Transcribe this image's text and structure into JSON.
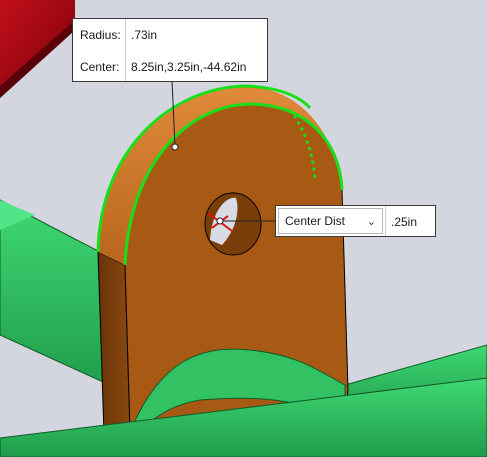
{
  "radius_callout": {
    "radius_label": "Radius:",
    "radius_value": ".73in",
    "center_label": "Center:",
    "center_value": "8.25in,3.25in,-44.62in"
  },
  "center_dist_callout": {
    "dropdown_value": "Center Dist",
    "value": ".25in",
    "dropdown_icon": "chevron-down-icon"
  },
  "colors": {
    "background": "#d3d6df",
    "part_face": "#a85a14",
    "part_edge_highlight": "#18e018",
    "green_body": "#2ec760",
    "red_body": "#b00010"
  }
}
